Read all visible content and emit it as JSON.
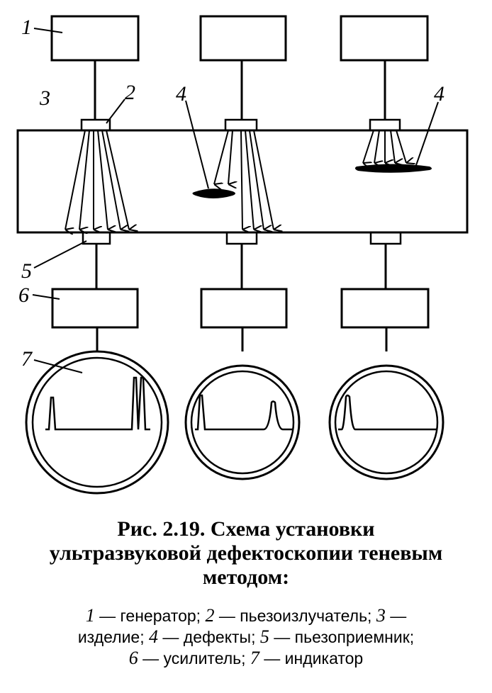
{
  "labels": {
    "n1": "1",
    "n2": "2",
    "n3": "3",
    "n4a": "4",
    "n4b": "4",
    "n5": "5",
    "n6": "6",
    "n7": "7"
  },
  "caption": {
    "title_line1": "Рис. 2.19. Схема установки",
    "title_line2": "ультразвуковой дефектоскопии теневым",
    "title_line3": "методом:"
  },
  "legend": {
    "items": [
      {
        "num": "1",
        "text": " — генератор; "
      },
      {
        "num": "2",
        "text": " — пьезоизлучатель; "
      },
      {
        "num": "3",
        "text": " —"
      },
      {
        "text": "изделие; "
      },
      {
        "num": "4",
        "text": " — дефекты; "
      },
      {
        "num": "5",
        "text": " — пьезоприемник;"
      },
      {
        "num": "6",
        "text": " — усилитель; "
      },
      {
        "num": "7",
        "text": " — индикатор"
      }
    ]
  },
  "colors": {
    "ink": "#000000",
    "paper": "#ffffff"
  }
}
